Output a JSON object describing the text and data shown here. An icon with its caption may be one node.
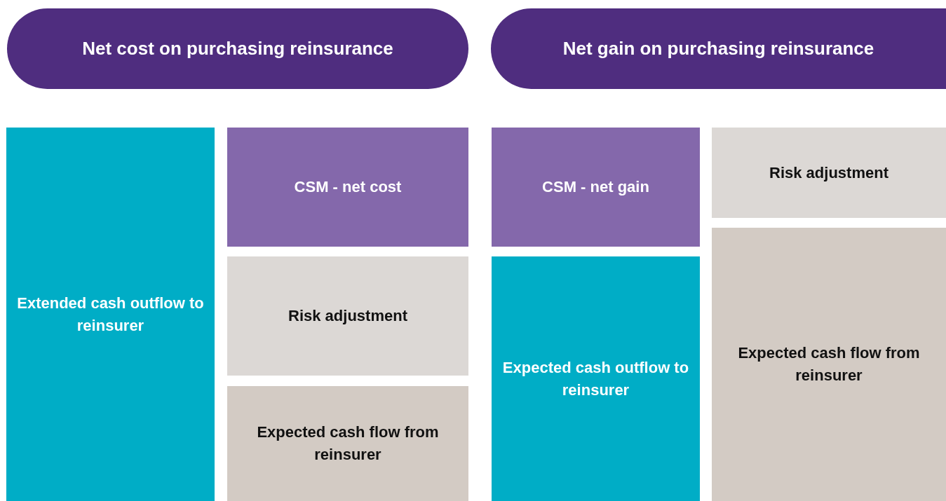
{
  "diagram": {
    "nodes": [
      {
        "text": [
          "Net cost on purchasing reinsurance"
        ]
      },
      {
        "text": [
          "Net gain on purchasing reinsurance"
        ]
      },
      {
        "text": [
          "Extended cash outflow to reinsurer"
        ]
      },
      {
        "text": [
          "CSM - net cost"
        ]
      },
      {
        "text": [
          "Risk adjustment"
        ]
      },
      {
        "text": [
          "Expected cash flow from reinsurer"
        ]
      },
      {
        "text": [
          "CSM - net gain"
        ]
      },
      {
        "text": [
          "Expected cash outflow to reinsurer"
        ]
      },
      {
        "text": [
          "Risk adjustment"
        ]
      },
      {
        "text": [
          "Expected cash flow from reinsurer"
        ]
      }
    ]
  }
}
